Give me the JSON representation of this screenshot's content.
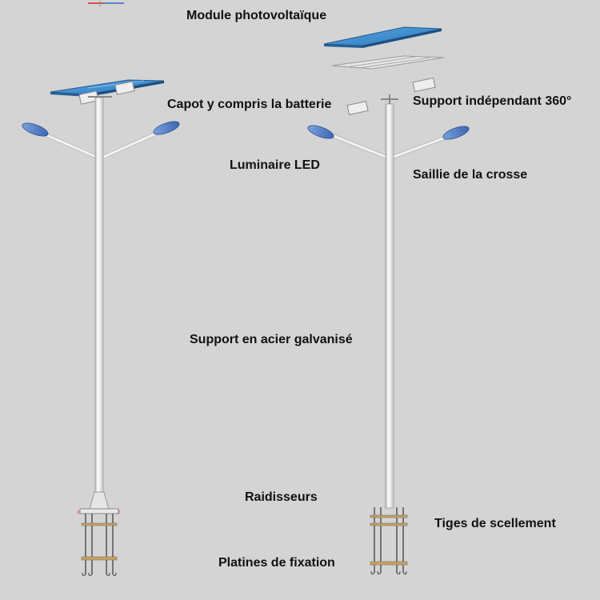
{
  "labels": {
    "module": "Module photovoltaïque",
    "capot": "Capot y compris la batterie",
    "support360": "Support indépendant 360°",
    "luminaire": "Luminaire LED",
    "saillie": "Saillie de la crosse",
    "acier": "Support en acier galvanisé",
    "raidisseurs": "Raidisseurs",
    "tiges": "Tiges de scellement",
    "platines": "Platines de fixation"
  },
  "colors": {
    "background": "#d4d4d4",
    "panel_blue": "#3f8fd0",
    "pole": "#f2f2f2",
    "pole_edge": "#9a9a9a",
    "lamp_blue": "#5d86c9"
  }
}
